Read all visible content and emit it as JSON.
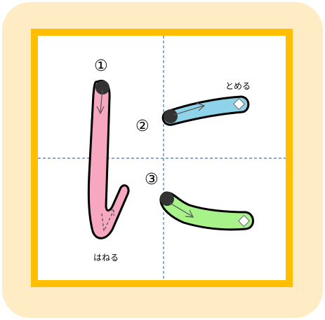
{
  "card": {
    "background": "#ffecc4",
    "frame_color": "#ffbf00",
    "grid_color": "#3a79b6"
  },
  "strokes": [
    {
      "number": "①",
      "color": "#f7a8c0",
      "start_dot": "#333333",
      "end_mark": "hane",
      "annotation": "はねる"
    },
    {
      "number": "②",
      "color": "#8fd3ea",
      "start_dot": "#333333",
      "end_mark": "tome",
      "annotation": "とめる"
    },
    {
      "number": "③",
      "color": "#a8f28a",
      "start_dot": "#333333",
      "end_mark": "tome",
      "annotation": ""
    }
  ],
  "labels": {
    "hane": "はねる",
    "tome": "とめる"
  }
}
